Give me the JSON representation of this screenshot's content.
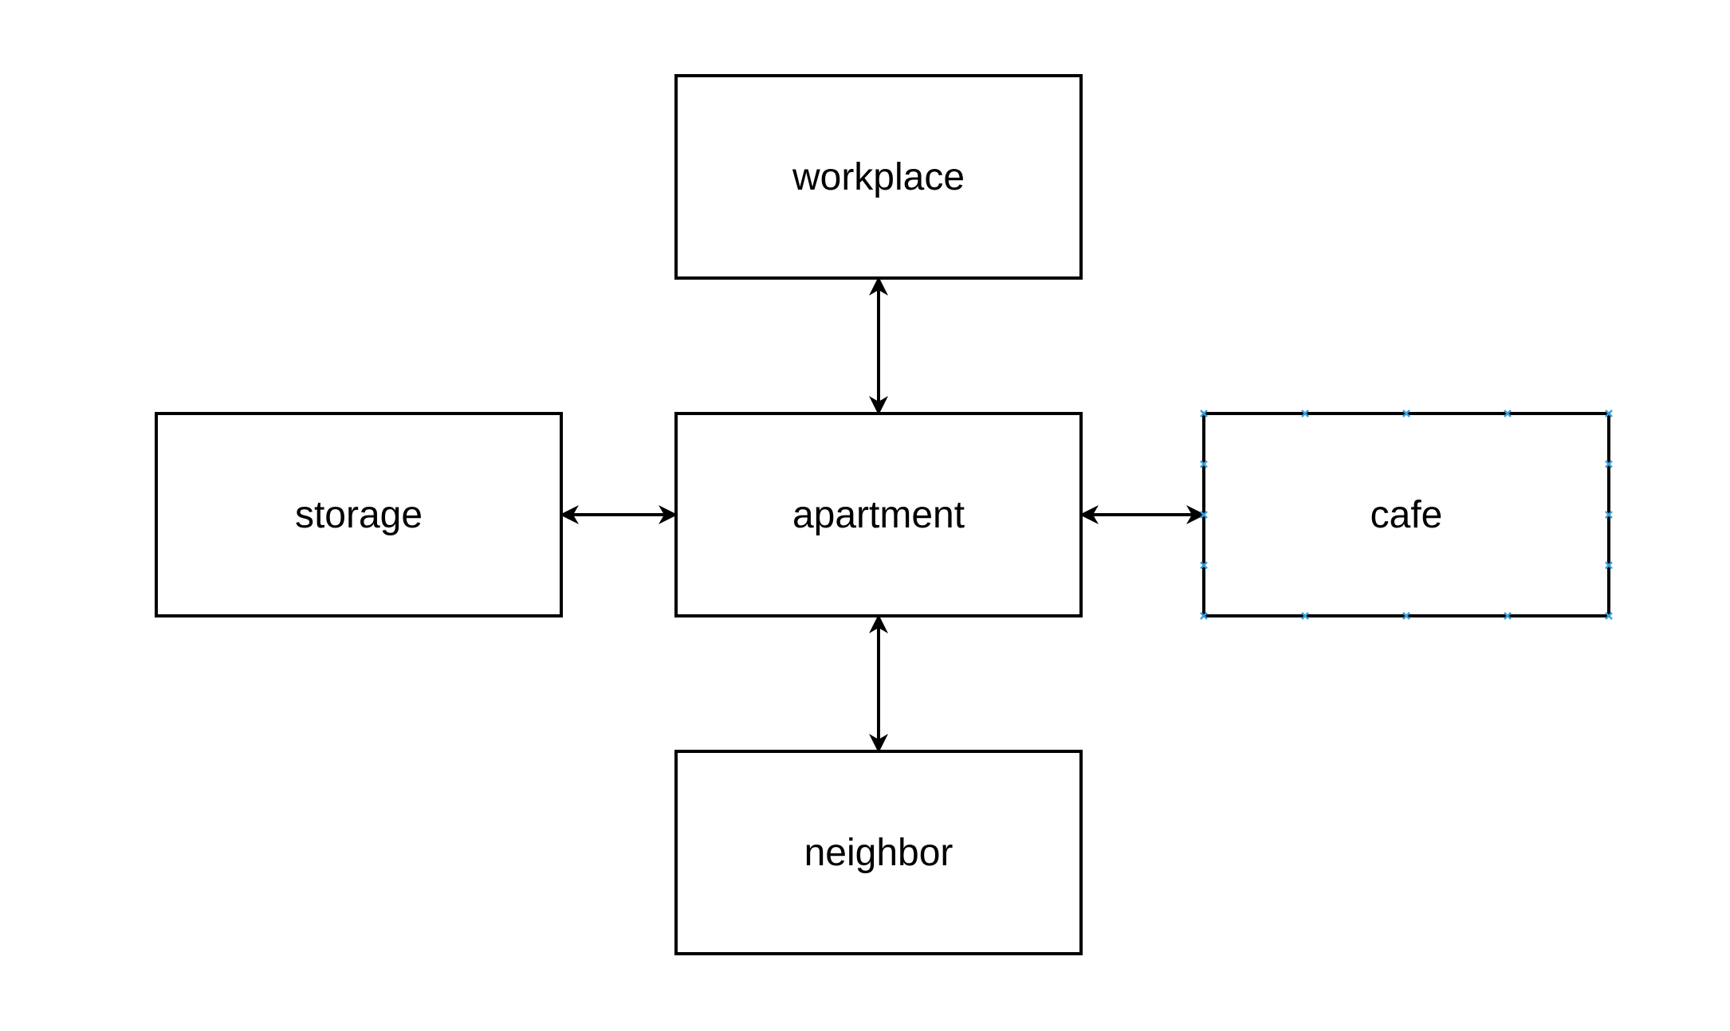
{
  "diagram": {
    "nodes": [
      {
        "id": "workplace",
        "label": "workplace",
        "selected": false
      },
      {
        "id": "storage",
        "label": "storage",
        "selected": false
      },
      {
        "id": "apartment",
        "label": "apartment",
        "selected": false
      },
      {
        "id": "cafe",
        "label": "cafe",
        "selected": true
      },
      {
        "id": "neighbor",
        "label": "neighbor",
        "selected": false
      }
    ],
    "edges": [
      {
        "from": "apartment",
        "to": "workplace",
        "bidirectional": true
      },
      {
        "from": "apartment",
        "to": "storage",
        "bidirectional": true
      },
      {
        "from": "apartment",
        "to": "cafe",
        "bidirectional": true
      },
      {
        "from": "apartment",
        "to": "neighbor",
        "bidirectional": true
      }
    ]
  },
  "colors": {
    "stroke": "#000000",
    "fill": "#ffffff",
    "selection_handle": "#3a9fd8"
  }
}
